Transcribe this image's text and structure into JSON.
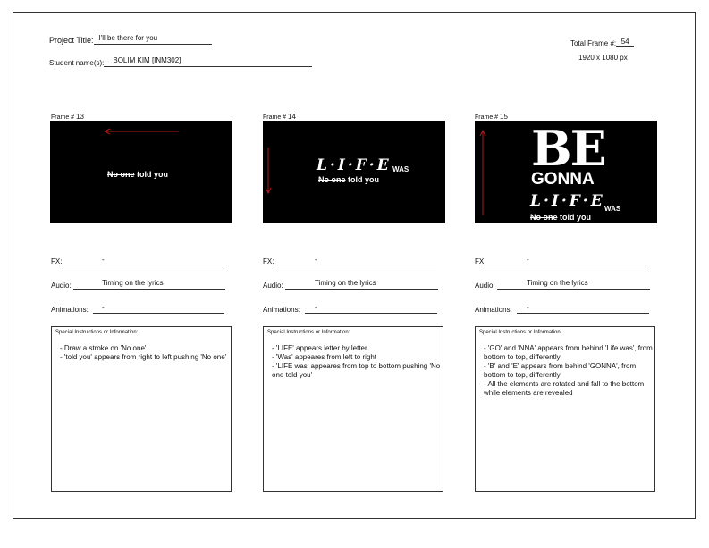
{
  "header": {
    "project_label": "Project Title:",
    "project_value": "I'll be there for you",
    "student_label": "Student name(s):",
    "student_value": "BOLIM KIM [INM302]",
    "total_frame_label": "Total Frame #:",
    "total_frame_value": "54",
    "resolution": "1920 x 1080 px"
  },
  "labels": {
    "frame_prefix": "Frame #",
    "fx": "FX:",
    "audio": "Audio:",
    "animations": "Animations:",
    "special": "Special Instructions or Information:"
  },
  "frames": [
    {
      "number": "13",
      "fx": "-",
      "audio": "Timing on the lyrics",
      "animations": "-",
      "screen": {
        "no_one": "No one",
        "told_you": "told you"
      },
      "notes": [
        "- Draw a stroke on 'No one'",
        "- 'told you' appears from right to left pushing 'No one'"
      ]
    },
    {
      "number": "14",
      "fx": "-",
      "audio": "Timing on the lyrics",
      "animations": "-",
      "screen": {
        "life": "L·I·F·E",
        "was": "WAS",
        "no_one": "No one",
        "told_you": "told you"
      },
      "notes": [
        "- 'LIFE' appears letter by letter",
        "- 'Was' appeares from left to right",
        "- 'LIFE was' appeares from top to bottom pushing 'No one told you'"
      ]
    },
    {
      "number": "15",
      "fx": "-",
      "audio": "Timing on the lyrics",
      "animations": "-",
      "screen": {
        "be": "BE",
        "gonna": "GONNA",
        "life": "L·I·F·E",
        "was": "WAS",
        "no_one": "No one",
        "told_you": "told you"
      },
      "notes": [
        "- 'GO' and 'NNA' appears from behind 'Life was', from bottom to top, differently",
        "- 'B' and 'E' appears from behind 'GONNA', from bottom to top, differently",
        "- All the elements are rotated and fall to the bottom while elements are revealed"
      ]
    }
  ],
  "colors": {
    "arrow": "#b01818",
    "frame_bg": "#000000",
    "text": "#111111"
  }
}
